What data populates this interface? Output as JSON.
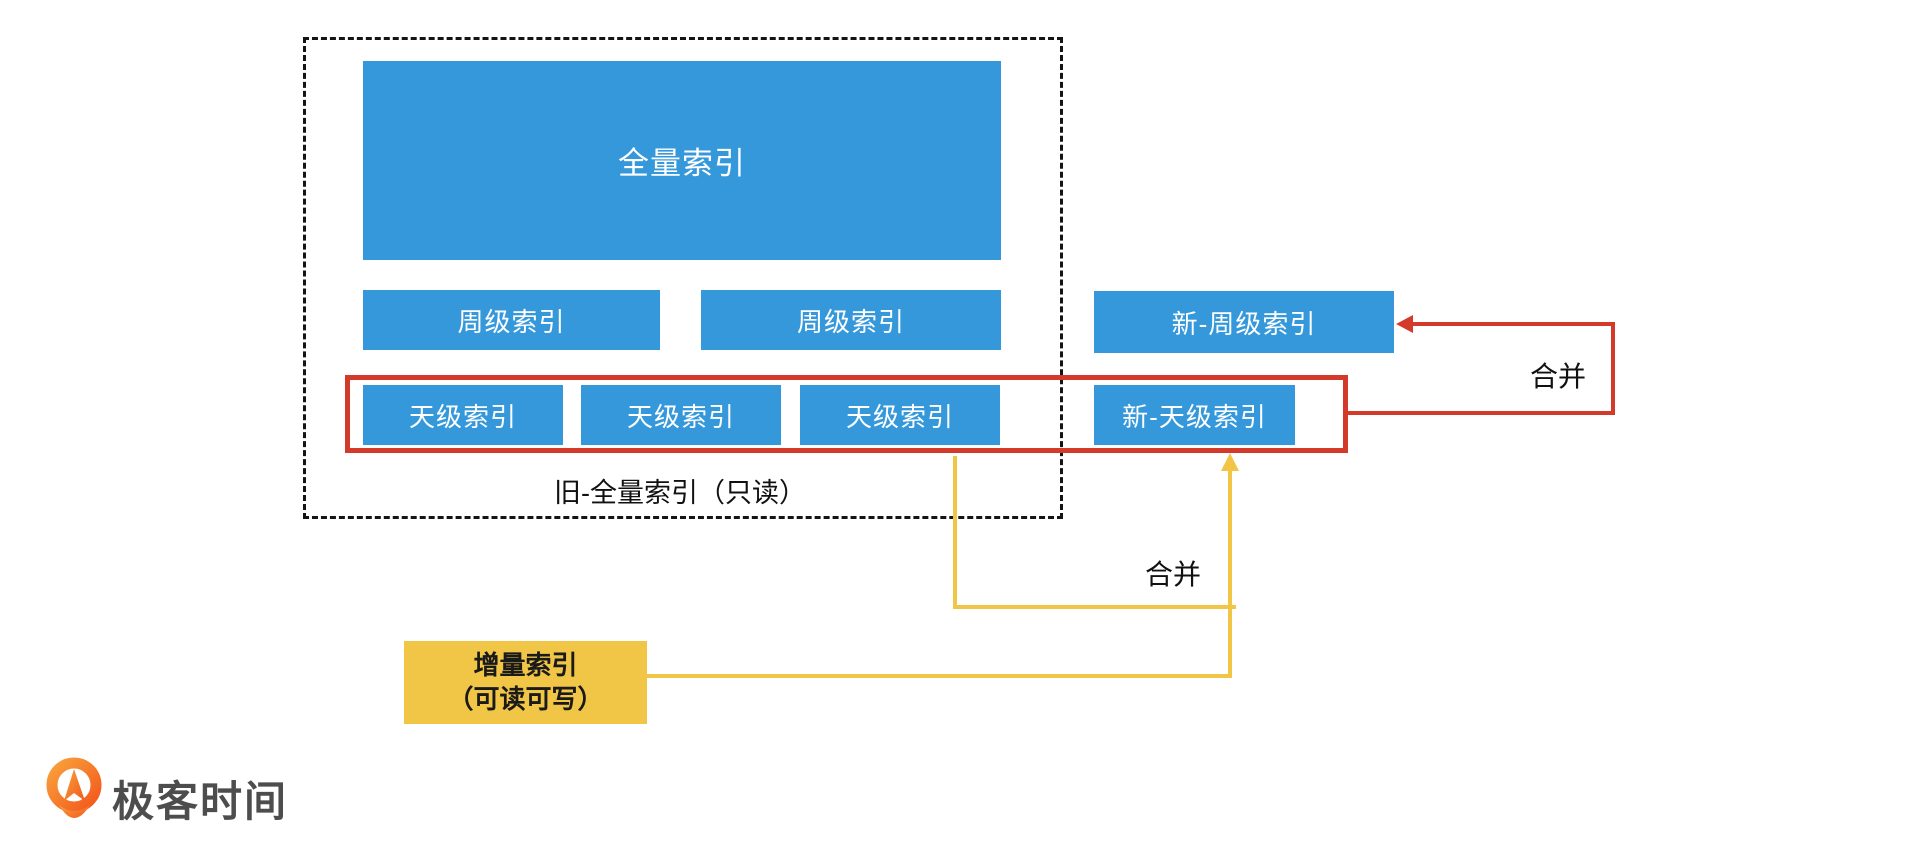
{
  "diagram": {
    "old_full_index_group": {
      "caption": "旧-全量索引（只读）",
      "full_index_label": "全量索引",
      "week_index_labels": [
        "周级索引",
        "周级索引"
      ],
      "day_index_labels": [
        "天级索引",
        "天级索引",
        "天级索引"
      ]
    },
    "new_week_index_label": "新-周级索引",
    "new_day_index_label": "新-天级索引",
    "incremental_index": {
      "line1": "增量索引",
      "line2": "（可读可写）"
    },
    "merge_arrows": {
      "red_label": "合并",
      "yellow_label": "合并"
    },
    "colors": {
      "node_blue": "#3598DB",
      "merge_red": "#D33A2A",
      "incremental_yellow": "#F1C546"
    }
  },
  "footer": {
    "brand_name": "极客时间"
  }
}
